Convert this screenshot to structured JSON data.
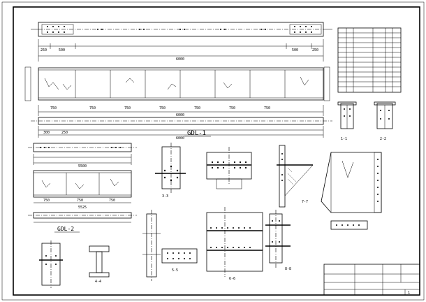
{
  "titles": {
    "gdl1": "GDL-1",
    "gdl2": "GDL-2"
  },
  "dims": {
    "top_total": "6000",
    "top_left_seg": "250",
    "top_left_seg2": "500",
    "top_right_seg": "500",
    "top_right_seg2": "250",
    "mid_total": "6000",
    "mid_seg": "750",
    "bot_total": "6000",
    "bot_seg_a": "300",
    "bot_seg_b": "250",
    "gdl2_total": "5500",
    "gdl2_total2": "5525",
    "gdl2_seg": "750"
  },
  "section_labels": {
    "s1": "1-1",
    "s2": "2-2",
    "s3": "3-3",
    "s4": "4-4",
    "s5": "5-5",
    "s6": "6-6",
    "s7": "7-7",
    "s8": "8-8"
  },
  "sheet_no": "1"
}
